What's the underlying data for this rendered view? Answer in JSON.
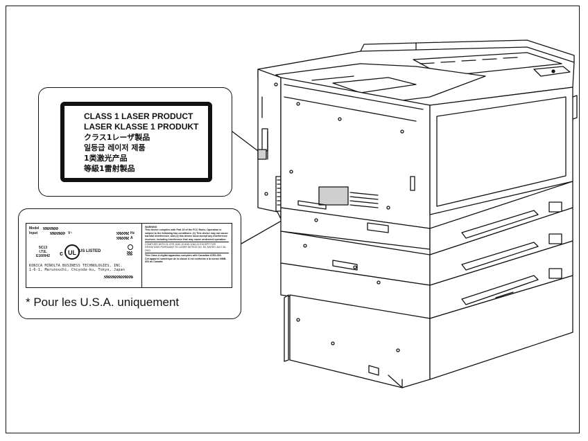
{
  "laser_label": {
    "lines": [
      "CLASS 1 LASER PRODUCT",
      "LASER KLASSE 1 PRODUKT",
      "クラス1レーザ製品",
      "일등급 레이저 제품",
      "1类激光产品",
      "等級1雷射製品"
    ]
  },
  "rating_plate": {
    "model_label": "Model",
    "input_label": "Input",
    "voltage_unit": "V~",
    "frequency_unit": "Hz",
    "current_unit": "A",
    "cert_lines": [
      "5C13",
      "I.T.E.",
      "E160942"
    ],
    "listed_text": "US LISTED",
    "manufacturer_lines": [
      "KONICA MINOLTA BUSINESS TECHNOLOGIES, INC.",
      "1-6-1, Marunouchi, Chiyoda-ku, Tokyo, Japan"
    ],
    "warning_title": "WARNING",
    "fcc_text": "This device complies with Part 15 of the FCC Rules. Operation is subject to the following two conditions: (1) This device may not cause harmful interference, and (2) this device must accept any interference received, including interference that may cause undesired operation.",
    "cdrh_text": "COMPLIES WITH 21 CFR 1040.10 AND 1040.11 EXCEPT FOR DEVIATIONS PURSUANT TO LASER NOTICE NO. 50, DATED JULY 26, 2001.",
    "canada_en": "This Class A digital apparatus complies with Canadian ICES-003.",
    "canada_fr": "Cet appareil numérique de la classe A est conforme à la norme NMB-003 du Canada."
  },
  "footnote": "* Pour les U.S.A. uniquement",
  "colors": {
    "stroke": "#111111",
    "label_fill": "#cfcfcf"
  }
}
